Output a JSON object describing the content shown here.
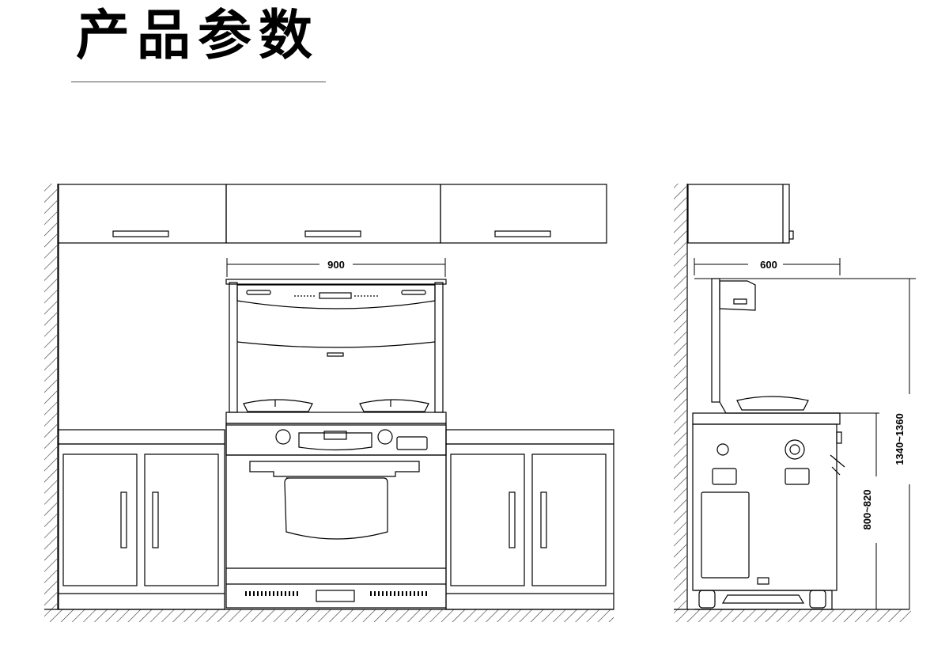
{
  "title": "产品参数",
  "dimensions": {
    "front_width": "900",
    "side_depth": "600",
    "total_height": "1340~1360",
    "counter_height": "800~820"
  },
  "colors": {
    "line": "#000000",
    "hatch": "#333333"
  }
}
